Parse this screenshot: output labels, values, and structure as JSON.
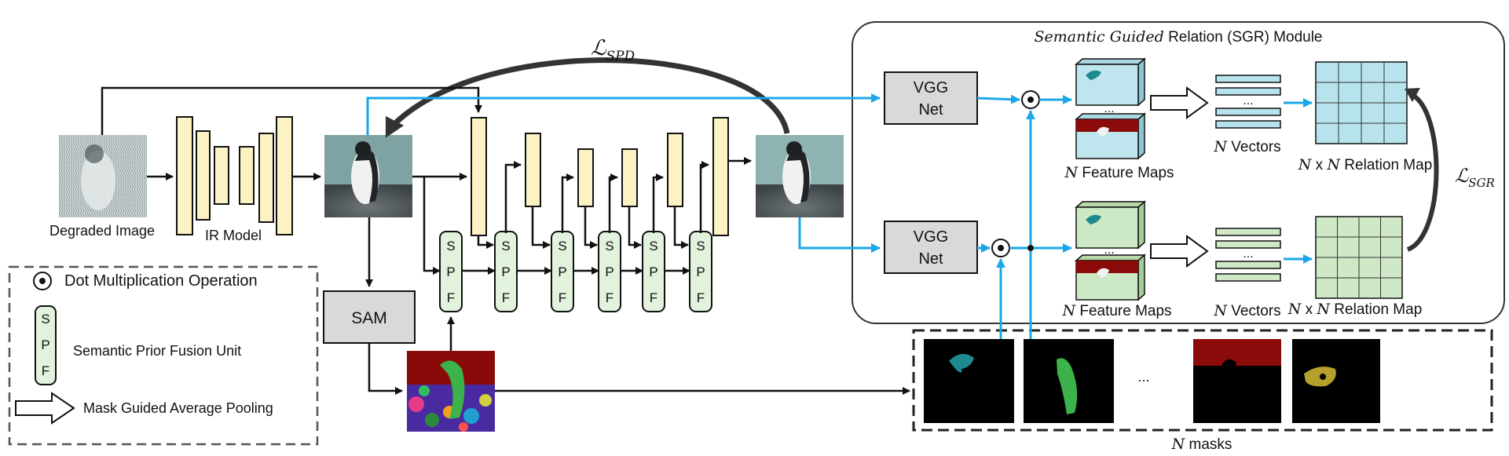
{
  "sgr_module": {
    "title_italic": "Semantic Guided",
    "title_rest": " Relation (SGR) Module",
    "vgg_label_line1": "VGG",
    "vgg_label_line2": "Net",
    "ellipsis": "...",
    "feature_maps_n": "N",
    "feature_maps_text": " Feature Maps",
    "vectors_n": "N",
    "vectors_text": " Vectors",
    "relation_n1": "N",
    "relation_x": " x ",
    "relation_n2": "N",
    "relation_text": " Relation Map"
  },
  "loss_spd": {
    "symbol": "ℒ",
    "subscript": "SPD"
  },
  "loss_sgr": {
    "symbol": "ℒ",
    "subscript": "SGR"
  },
  "input": {
    "caption": "Degraded Image"
  },
  "ir_model": {
    "caption": "IR Model"
  },
  "sam": {
    "label": "SAM"
  },
  "spf": {
    "letters": [
      "S",
      "P",
      "F"
    ]
  },
  "masks": {
    "n": "N",
    "text": " masks",
    "ellipsis": "..."
  },
  "legend": {
    "dot_text": "Dot Multiplication Operation",
    "spf_text": "Semantic Prior Fusion Unit",
    "pool_text": "Mask Guided Average Pooling"
  },
  "colors": {
    "blue_arrow": "#1aa7e8",
    "yellow_block": "#fdf2c4",
    "spf_fill": "#e3f2dc",
    "feature_top": "#bfe6ee",
    "feature_bottom": "#cde8c4",
    "relation_top": "#b7e3ec",
    "relation_bottom": "#cfe8c6",
    "gray_box": "#d9d9d9",
    "mask_red": "#8b0a0a"
  }
}
